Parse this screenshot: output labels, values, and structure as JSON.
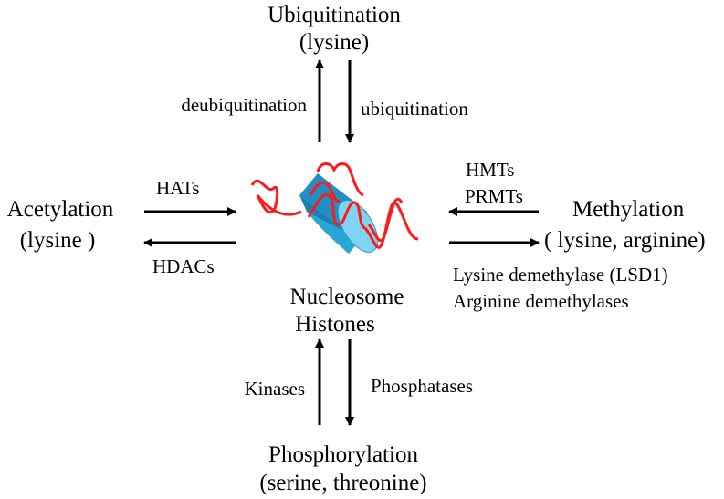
{
  "colors": {
    "cylinder": "#2aa6d6",
    "cylinder_top": "#7fd4f2",
    "dna": "#ff1a1a",
    "arrows": "#000000"
  },
  "modifications": {
    "ubiquitination": {
      "title": "Ubiquitination",
      "residue": "(lysine)",
      "forward_enzyme": "ubiquitination",
      "reverse_enzyme": "deubiquitination"
    },
    "acetylation": {
      "title": "Acetylation",
      "residue": "(lysine )",
      "forward_enzyme": "HATs",
      "reverse_enzyme": "HDACs"
    },
    "methylation": {
      "title": "Methylation",
      "residue": "( lysine, arginine)",
      "forward_enzyme_1": "HMTs",
      "forward_enzyme_2": "PRMTs",
      "reverse_enzyme_1": "Lysine demethylase (LSD1)",
      "reverse_enzyme_2": "Arginine demethylases"
    },
    "phosphorylation": {
      "title": "Phosphorylation",
      "residue": "(serine, threonine)",
      "forward_enzyme": "Kinases",
      "reverse_enzyme": "Phosphatases"
    }
  },
  "center": {
    "line1": "Nucleosome",
    "line2": "Histones"
  }
}
